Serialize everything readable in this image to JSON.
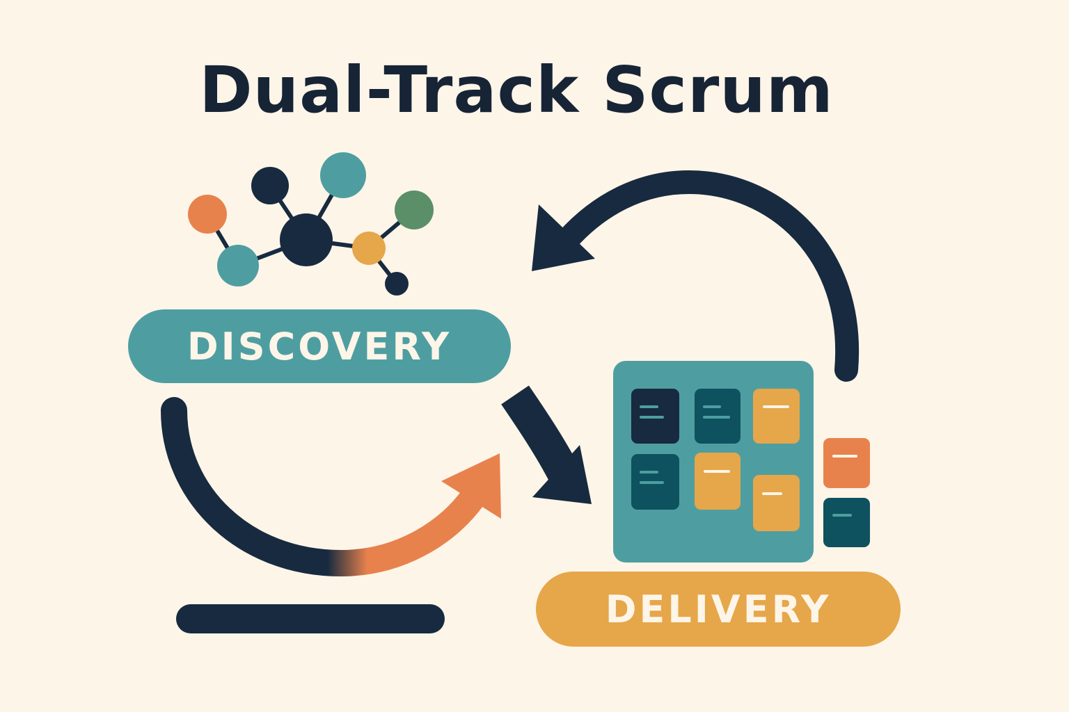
{
  "title": "Dual-Track Scrum",
  "tracks": {
    "discovery": "DISCOVERY",
    "delivery": "DELIVERY"
  },
  "colors": {
    "background": "#fdf5e8",
    "navy": "#172a3f",
    "teal": "#4e9ea1",
    "dark_teal": "#0e5260",
    "orange": "#e8824d",
    "yellow": "#e6a64a",
    "green": "#5a8f67"
  },
  "icons": {
    "discovery": "network-graph-icon",
    "delivery": "task-board-icon"
  }
}
